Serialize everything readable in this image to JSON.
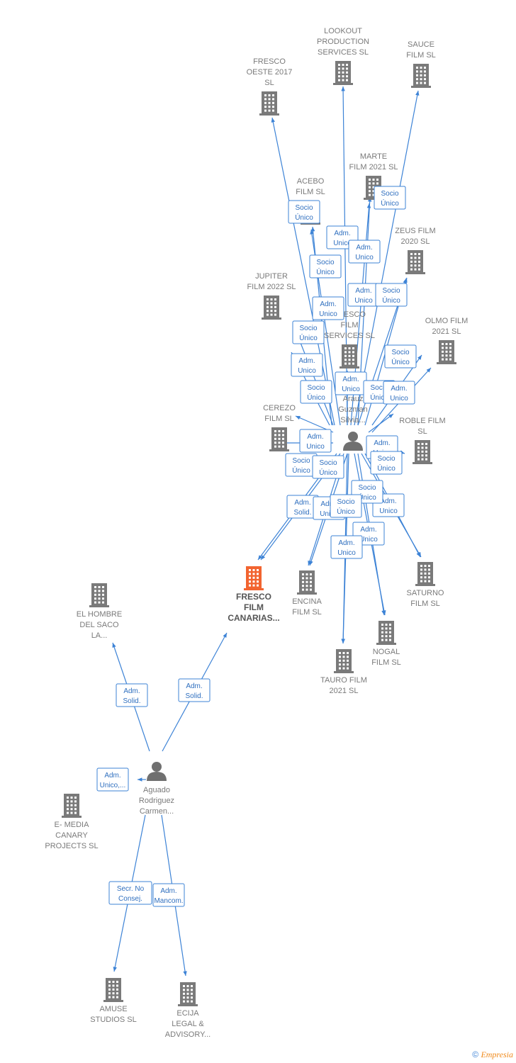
{
  "colors": {
    "edge": "#3d83d6",
    "company": "#7a7a7a",
    "focus": "#f26430",
    "person": "#707070"
  },
  "footer": {
    "copyright": "©",
    "brand": "Empresia"
  },
  "nodes": [
    {
      "id": "lookout",
      "type": "company",
      "label": [
        "LOOKOUT",
        "PRODUCTION",
        "SERVICES  SL"
      ]
    },
    {
      "id": "sauce",
      "type": "company",
      "label": [
        "SAUCE",
        "FILM  SL"
      ]
    },
    {
      "id": "fresco_oeste",
      "type": "company",
      "label": [
        "FRESCO",
        "OESTE 2017",
        "SL"
      ]
    },
    {
      "id": "marte",
      "type": "company",
      "label": [
        "MARTE",
        "FILM 2021  SL"
      ]
    },
    {
      "id": "acebo",
      "type": "company",
      "label": [
        "ACEBO",
        "FILM  SL"
      ]
    },
    {
      "id": "zeus",
      "type": "company",
      "label": [
        "ZEUS FILM",
        "2020  SL"
      ]
    },
    {
      "id": "jupiter",
      "type": "company",
      "label": [
        "JUPITER",
        "FILM 2022  SL"
      ]
    },
    {
      "id": "fresco_services",
      "type": "company",
      "label": [
        "FRESCO",
        "FILM",
        "SERVICES  SL"
      ]
    },
    {
      "id": "olmo",
      "type": "company",
      "label": [
        "OLMO FILM",
        "2021  SL"
      ]
    },
    {
      "id": "arauz",
      "type": "person",
      "label": [
        "Arauz",
        "Guzman",
        "Silvia..."
      ]
    },
    {
      "id": "cerezo",
      "type": "company",
      "label": [
        "CEREZO",
        "FILM  SL"
      ]
    },
    {
      "id": "roble",
      "type": "company",
      "label": [
        "ROBLE FILM",
        "SL"
      ]
    },
    {
      "id": "fresco_canarias",
      "type": "focus",
      "label": [
        "FRESCO",
        "FILM",
        "CANARIAS..."
      ]
    },
    {
      "id": "encina",
      "type": "company",
      "label": [
        "ENCINA",
        "FILM  SL"
      ]
    },
    {
      "id": "saturno",
      "type": "company",
      "label": [
        "SATURNO",
        "FILM  SL"
      ]
    },
    {
      "id": "nogal",
      "type": "company",
      "label": [
        "NOGAL",
        "FILM  SL"
      ]
    },
    {
      "id": "tauro",
      "type": "company",
      "label": [
        "TAURO FILM",
        "2021  SL"
      ]
    },
    {
      "id": "hombre",
      "type": "company",
      "label": [
        "EL HOMBRE",
        "DEL SACO",
        "LA..."
      ]
    },
    {
      "id": "aguado",
      "type": "person",
      "label": [
        "Aguado",
        "Rodriguez",
        "Carmen..."
      ]
    },
    {
      "id": "emedia",
      "type": "company",
      "label": [
        "E- MEDIA",
        "CANARY",
        "PROJECTS  SL"
      ]
    },
    {
      "id": "amuse",
      "type": "company",
      "label": [
        "AMUSE",
        "STUDIOS  SL"
      ]
    },
    {
      "id": "ecija",
      "type": "company",
      "label": [
        "ECIJA",
        "LEGAL &",
        "ADVISORY..."
      ]
    }
  ],
  "edges": [
    {
      "from": "arauz",
      "to": "acebo",
      "label": [
        "Socio",
        "Único"
      ]
    },
    {
      "from": "arauz",
      "to": "marte",
      "label": [
        "Socio",
        "Único"
      ]
    },
    {
      "from": "arauz",
      "to": "lookout",
      "label": [
        "Adm.",
        "Unico"
      ]
    },
    {
      "from": "arauz",
      "to": "sauce",
      "label": [
        "Socio",
        "Único"
      ]
    },
    {
      "from": "arauz",
      "to": "fresco_oeste",
      "label": [
        "Socio",
        "Único"
      ]
    },
    {
      "from": "arauz",
      "to": "zeus",
      "label": [
        "Adm.",
        "Unico"
      ]
    },
    {
      "from": "arauz",
      "to": "zeus",
      "label": [
        "Socio",
        "Único"
      ]
    },
    {
      "from": "arauz",
      "to": "acebo",
      "label": [
        "Adm.",
        "Unico"
      ]
    },
    {
      "from": "arauz",
      "to": "jupiter",
      "label": [
        "Socio",
        "Único"
      ]
    },
    {
      "from": "arauz",
      "to": "marte",
      "label": [
        "Adm.",
        "Unico"
      ]
    },
    {
      "from": "arauz",
      "to": "olmo",
      "label": [
        "Socio",
        "Único"
      ]
    },
    {
      "from": "arauz",
      "to": "jupiter",
      "label": [
        "Adm.",
        "Unico"
      ]
    },
    {
      "from": "arauz",
      "to": "fresco_services",
      "label": [
        "Adm.",
        "Unico"
      ]
    },
    {
      "from": "arauz",
      "to": "cerezo",
      "label": [
        "Socio",
        "Único"
      ]
    },
    {
      "from": "arauz",
      "to": "roble",
      "label": [
        "Socio",
        "Único"
      ]
    },
    {
      "from": "arauz",
      "to": "olmo",
      "label": [
        "Adm.",
        "Unico"
      ]
    },
    {
      "from": "arauz",
      "to": "cerezo",
      "label": [
        "Adm.",
        "Unico"
      ]
    },
    {
      "from": "arauz",
      "to": "roble",
      "label": [
        "Adm.",
        "Unico"
      ]
    },
    {
      "from": "arauz",
      "to": "fresco_canarias",
      "label": [
        "Socio",
        "Único"
      ]
    },
    {
      "from": "arauz",
      "to": "encina",
      "label": [
        "Socio",
        "Único"
      ]
    },
    {
      "from": "arauz",
      "to": "saturno",
      "label": [
        "Socio",
        "Único"
      ]
    },
    {
      "from": "arauz",
      "to": "fresco_canarias",
      "label": [
        "Adm.",
        "Solid."
      ]
    },
    {
      "from": "arauz",
      "to": "encina",
      "label": [
        "Adm.",
        "Unico"
      ]
    },
    {
      "from": "arauz",
      "to": "saturno",
      "label": [
        "Adm.",
        "Unico"
      ]
    },
    {
      "from": "arauz",
      "to": "nogal",
      "label": [
        "Socio",
        "Único"
      ]
    },
    {
      "from": "arauz",
      "to": "nogal",
      "label": [
        "Adm.",
        "Unico"
      ]
    },
    {
      "from": "arauz",
      "to": "tauro",
      "label": [
        "Socio",
        "Único"
      ]
    },
    {
      "from": "arauz",
      "to": "tauro",
      "label": [
        "Adm.",
        "Unico"
      ]
    },
    {
      "from": "aguado",
      "to": "hombre",
      "label": [
        "Adm.",
        "Solid."
      ]
    },
    {
      "from": "aguado",
      "to": "fresco_canarias",
      "label": [
        "Adm.",
        "Solid."
      ]
    },
    {
      "from": "aguado",
      "to": "emedia",
      "label": [
        "Adm.",
        "Unico,..."
      ]
    },
    {
      "from": "aguado",
      "to": "amuse",
      "label": [
        "Secr.  No",
        "Consej."
      ]
    },
    {
      "from": "aguado",
      "to": "ecija",
      "label": [
        "Adm.",
        "Mancom."
      ]
    }
  ]
}
